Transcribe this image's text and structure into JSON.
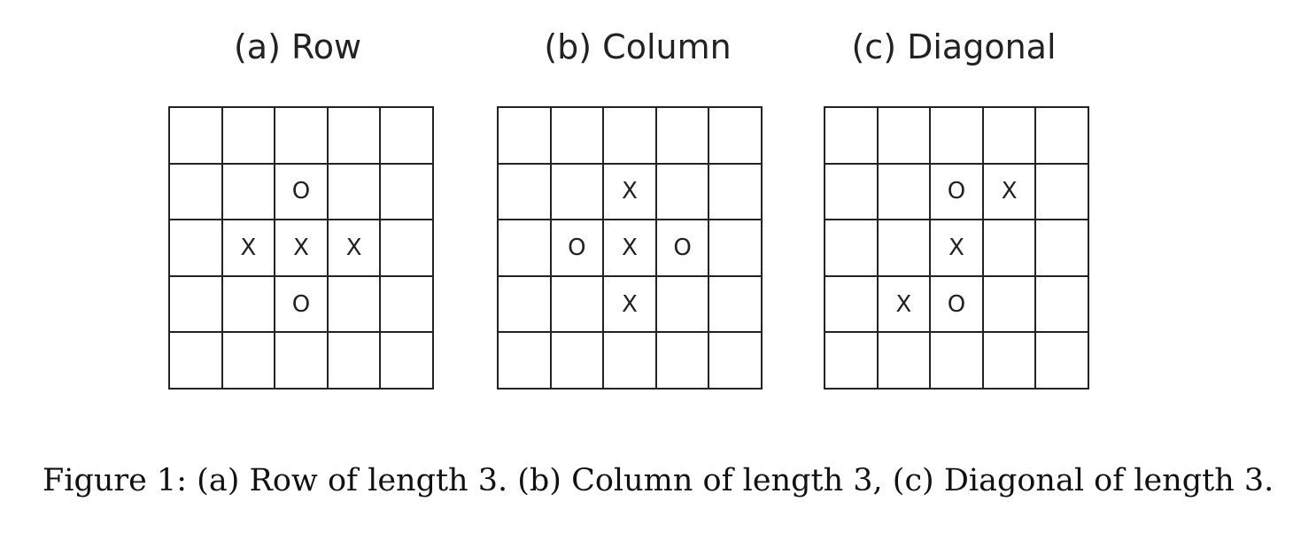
{
  "panels": [
    {
      "title": "(a) Row",
      "cells": [
        [
          "",
          "",
          "",
          "",
          ""
        ],
        [
          "",
          "",
          "O",
          "",
          ""
        ],
        [
          "",
          "X",
          "X",
          "X",
          ""
        ],
        [
          "",
          "",
          "O",
          "",
          ""
        ],
        [
          "",
          "",
          "",
          "",
          ""
        ]
      ]
    },
    {
      "title": "(b) Column",
      "cells": [
        [
          "",
          "",
          "",
          "",
          ""
        ],
        [
          "",
          "",
          "X",
          "",
          ""
        ],
        [
          "",
          "O",
          "X",
          "O",
          ""
        ],
        [
          "",
          "",
          "X",
          "",
          ""
        ],
        [
          "",
          "",
          "",
          "",
          ""
        ]
      ]
    },
    {
      "title": "(c) Diagonal",
      "cells": [
        [
          "",
          "",
          "",
          "",
          ""
        ],
        [
          "",
          "",
          "O",
          "X",
          ""
        ],
        [
          "",
          "",
          "X",
          "",
          ""
        ],
        [
          "",
          "X",
          "O",
          "",
          ""
        ],
        [
          "",
          "",
          "",
          "",
          ""
        ]
      ]
    }
  ],
  "caption": "Figure 1:  (a) Row of length 3.  (b) Column of length 3, (c) Diagonal of length 3."
}
